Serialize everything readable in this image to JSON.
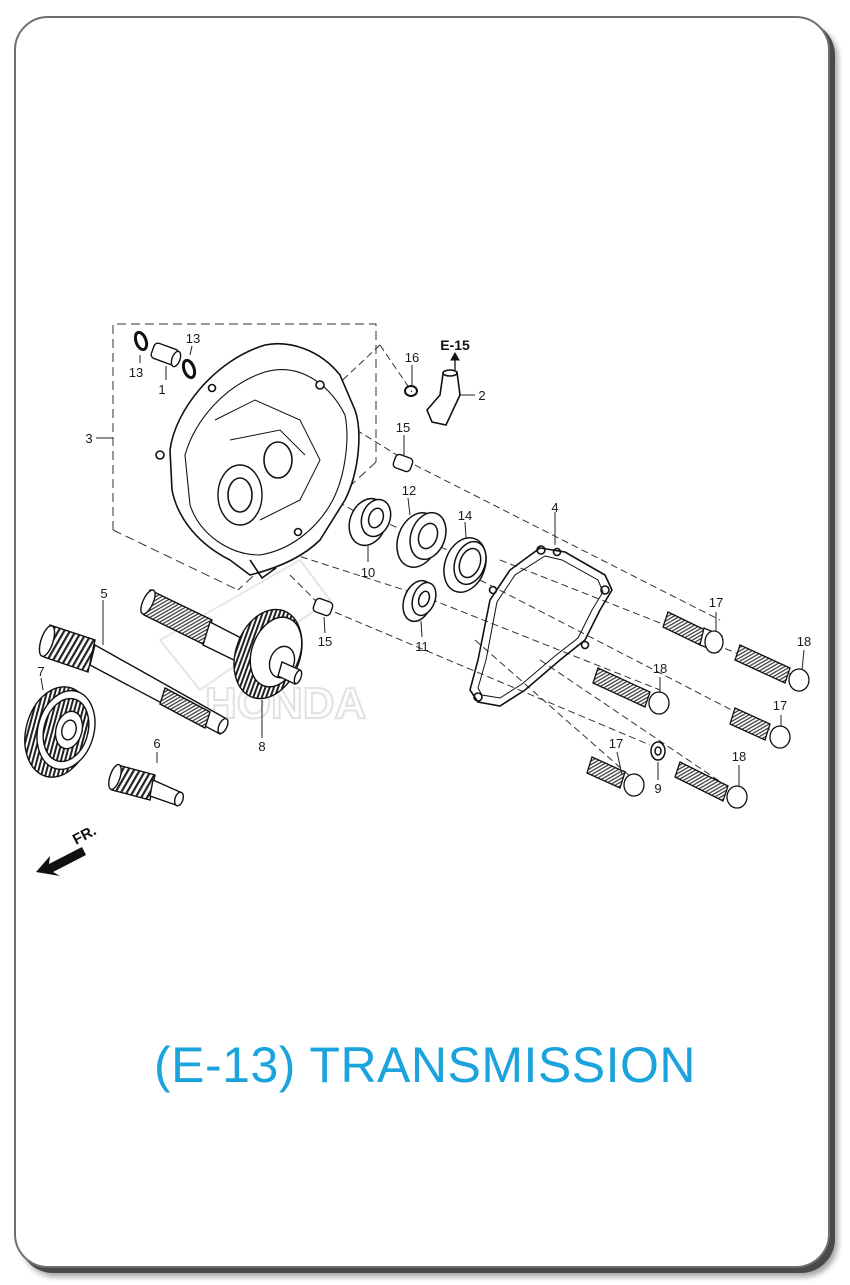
{
  "title": "(E-13) TRANSMISSION",
  "reference_tag": "E-15",
  "direction_label": "FR.",
  "watermark": "HONDA",
  "callouts": {
    "c1": "1",
    "c2": "2",
    "c3": "3",
    "c4": "4",
    "c5": "5",
    "c6": "6",
    "c7": "7",
    "c8": "8",
    "c9": "9",
    "c10": "10",
    "c11": "11",
    "c12": "12",
    "c13a": "13",
    "c13b": "13",
    "c14": "14",
    "c15a": "15",
    "c15b": "15",
    "c16": "16",
    "c17a": "17",
    "c17b": "17",
    "c17c": "17",
    "c18a": "18",
    "c18b": "18",
    "c18c": "18"
  },
  "colors": {
    "title": "#1aa3dc",
    "line": "#1a1a1a",
    "border": "#6f6f6f"
  }
}
